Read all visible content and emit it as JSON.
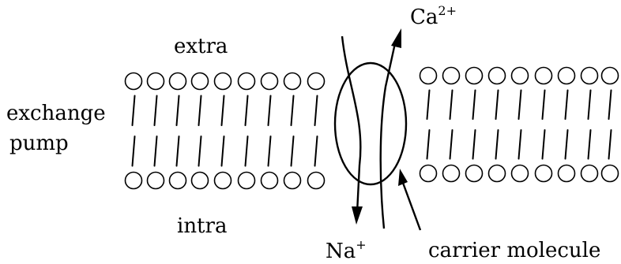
{
  "labels": {
    "extra": "extra",
    "intra": "intra",
    "exchange": "exchange",
    "pump": "pump",
    "ca": "Ca",
    "ca_sup": "2+",
    "na": "Na",
    "na_sup": "+",
    "carrier": "carrier molecule"
  },
  "colors": {
    "line": "#000000",
    "background": "#ffffff"
  }
}
